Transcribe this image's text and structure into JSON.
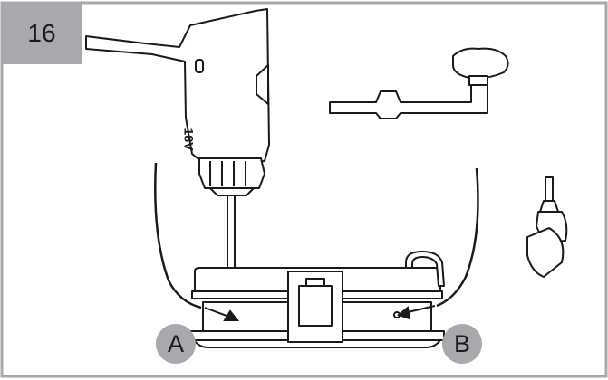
{
  "step": {
    "number": "16"
  },
  "callouts": {
    "a": "A",
    "b": "B"
  },
  "drill": {
    "voltage": "18V"
  },
  "colors": {
    "badge": "#a7a9ac",
    "line": "#1a1a1a",
    "frame": "#a7a9ac"
  },
  "icons": {
    "drill": "cordless-drill-icon",
    "crank": "crank-handle-icon",
    "adapter": "angle-adapter-icon",
    "unit": "clamp-assembly-icon"
  }
}
